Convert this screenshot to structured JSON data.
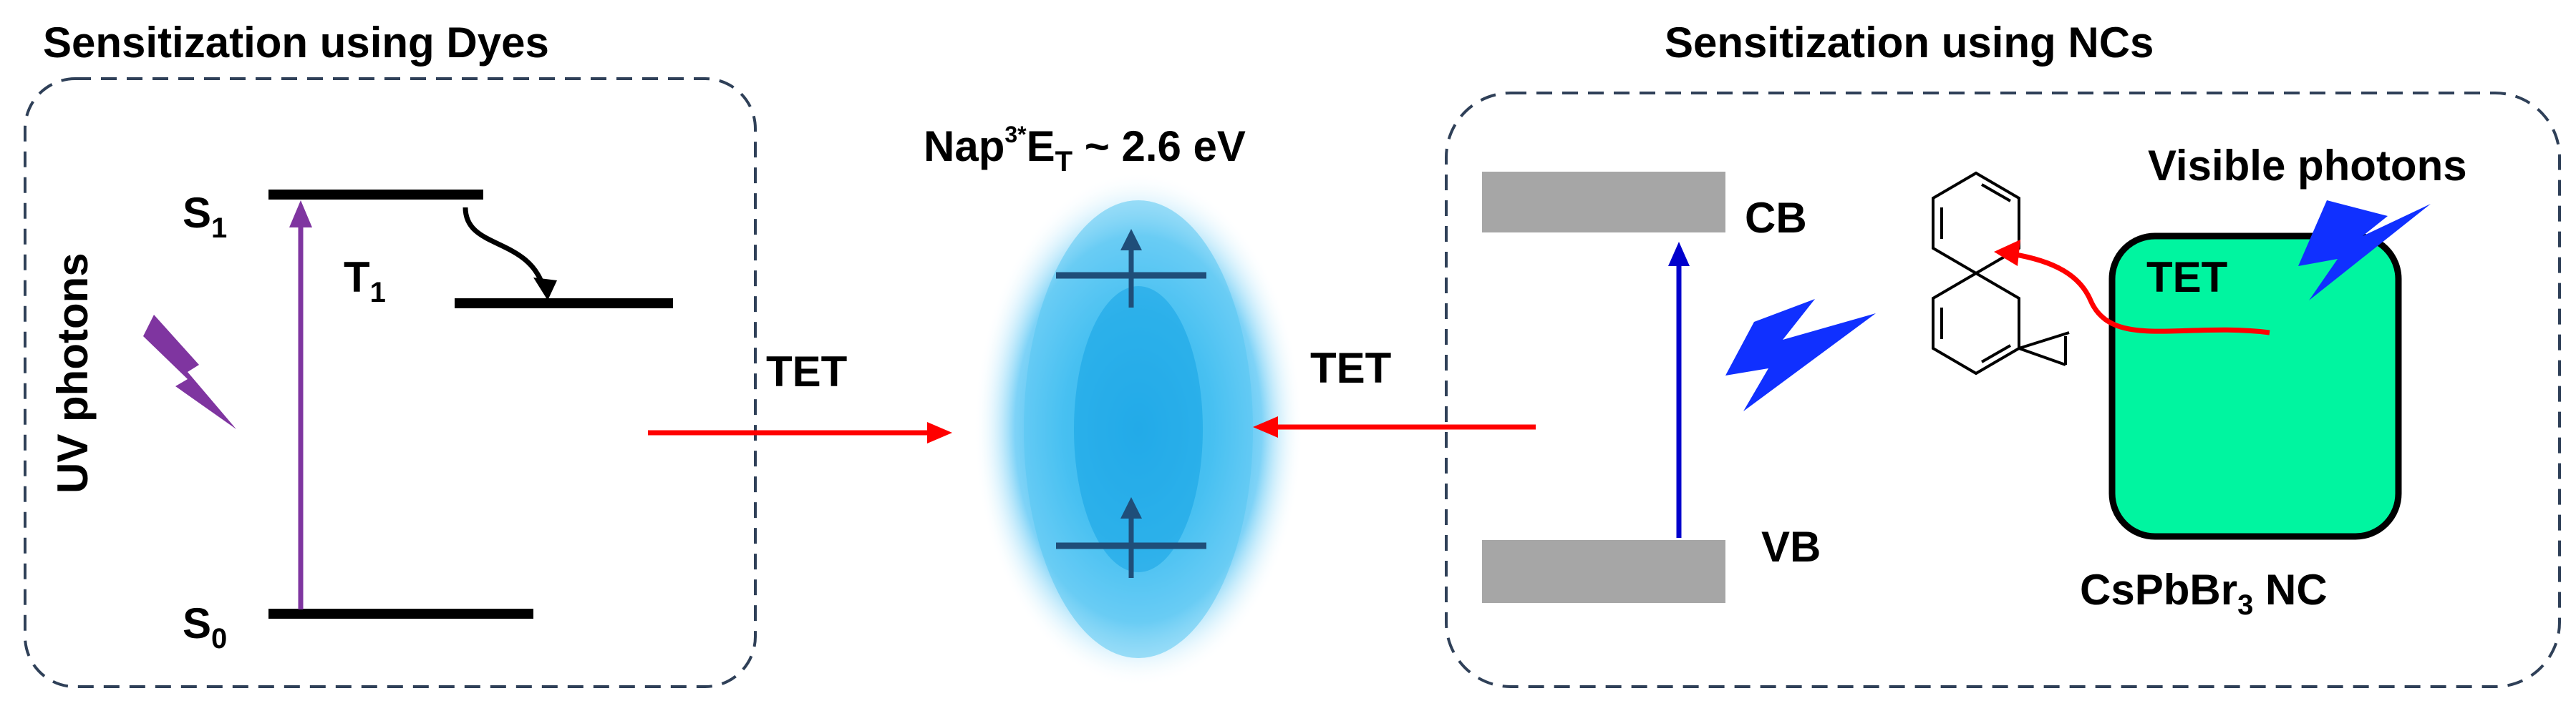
{
  "titles": {
    "left": "Sensitization using Dyes",
    "right": "Sensitization using NCs"
  },
  "dyes": {
    "s1": {
      "main": "S",
      "sub": "1"
    },
    "s0": {
      "main": "S",
      "sub": "0"
    },
    "t1": {
      "main": "T",
      "sub": "1"
    },
    "uv_label": "UV photons"
  },
  "center": {
    "label_prefix": "Nap",
    "label_sup": "3*",
    "label_e": "E",
    "label_sub": "T",
    "label_value": " ~ 2.6 eV"
  },
  "transfer": {
    "left_label": "TET",
    "right_label": "TET"
  },
  "nc": {
    "cb_label": "CB",
    "vb_label": "VB",
    "visible_label": "Visible photons",
    "tet_label": "TET",
    "name_main": "CsPbBr",
    "name_sub": "3",
    "name_tail": " NC"
  },
  "colors": {
    "box_border": "#2f4058",
    "purple": "#7f35a0",
    "red": "#ff0000",
    "blue": "#0000cc",
    "bolt_blue": "#1030ff",
    "gray_band": "#a6a6a6",
    "nc_green": "#00f5a0",
    "glow": "#33b8f0",
    "level_dark": "#1f4e79"
  }
}
